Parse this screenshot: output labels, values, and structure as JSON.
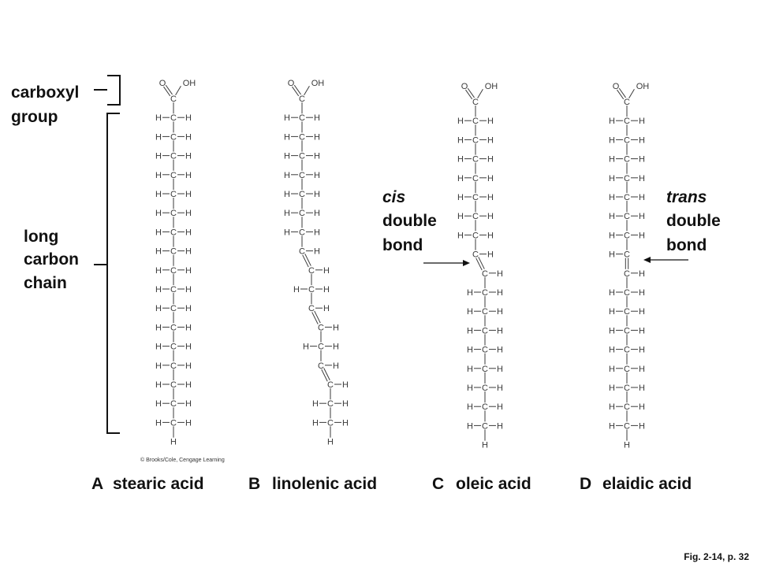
{
  "labels": {
    "carboxyl_line1": "carboxyl",
    "carboxyl_line2": "group",
    "chain_line1": "long",
    "chain_line2": "carbon",
    "chain_line3": "chain",
    "cis_line1": "cis",
    "cis_line2": "double",
    "cis_line3": "bond",
    "trans_line1": "trans",
    "trans_line2": "double",
    "trans_line3": "bond",
    "credit": "© Brooks/Cole, Cengage Learning",
    "figure_ref": "Fig. 2-14, p. 32"
  },
  "atoms": {
    "carbon": "C",
    "hydrogen": "H",
    "oxygen": "O",
    "hydroxyl": "OH"
  },
  "molecules": [
    {
      "letter": "A",
      "name": "stearic acid",
      "carbons": 18,
      "double_bond_positions": [],
      "double_bond_type": "none"
    },
    {
      "letter": "B",
      "name": "linolenic acid",
      "carbons": 18,
      "double_bond_positions": [
        9,
        12,
        15
      ],
      "double_bond_type": "cis"
    },
    {
      "letter": "C",
      "name": "oleic acid",
      "carbons": 18,
      "double_bond_positions": [
        9
      ],
      "double_bond_type": "cis"
    },
    {
      "letter": "D",
      "name": "elaidic acid",
      "carbons": 18,
      "double_bond_positions": [
        9
      ],
      "double_bond_type": "trans"
    }
  ]
}
